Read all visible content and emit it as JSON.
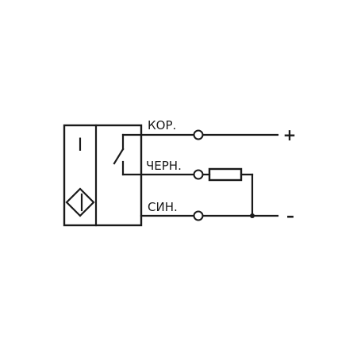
{
  "diagram": {
    "sensor_symbol": "I",
    "wires": {
      "brown": {
        "label": "КОР.",
        "polarity": "+"
      },
      "black": {
        "label": "ЧЕРН."
      },
      "blue": {
        "label": "СИН.",
        "polarity": "–"
      }
    },
    "icons": {
      "sensor_face": "diamond-sensor-icon",
      "switch": "no-switch-contact-icon",
      "load": "resistor-load-icon"
    },
    "colors": {
      "line": "#1a1a1a",
      "background": "#ffffff"
    }
  }
}
